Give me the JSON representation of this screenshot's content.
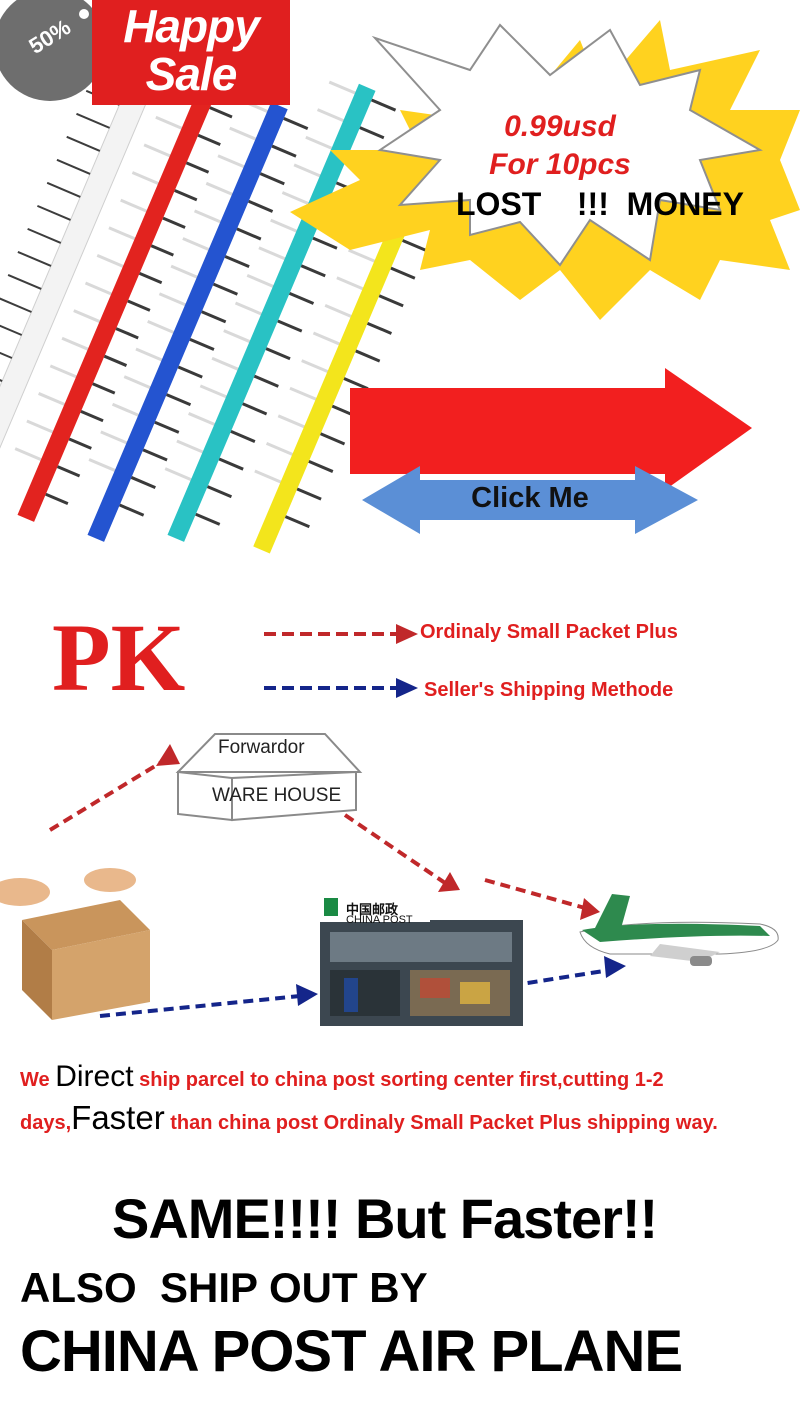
{
  "badge": {
    "text": "50%"
  },
  "sale": {
    "line1": "Happy",
    "line2": "Sale"
  },
  "burst": {
    "line1": "0.99usd",
    "line2": "For 10pcs",
    "line3": "LOST    !!!  MONEY"
  },
  "click_button": {
    "label": "Click Me"
  },
  "comparison": {
    "title": "PK",
    "legend": [
      {
        "label": "Ordinaly Small Packet Plus",
        "color": "#c0282a"
      },
      {
        "label": "Seller's Shipping Methode",
        "color": "#14258a"
      }
    ]
  },
  "warehouse": {
    "line1": "Forwardor",
    "line2": "WARE HOUSE"
  },
  "china_post": {
    "label": "中国邮政",
    "sublabel": "CHINA POST"
  },
  "description": {
    "part1": "We ",
    "big1": "Direct",
    "part2": " ship parcel  to china post sorting center first,cutting 1-2 days,",
    "big2": "Faster",
    "part3": " than china post Ordinaly Small Packet Plus shipping way."
  },
  "headline": {
    "same": "SAME!!!! But Faster!!",
    "also": "ALSO  SHIP OUT BY",
    "china": "CHINA POST AIR PLANE"
  },
  "colors": {
    "red": "#e01f1f",
    "blue": "#14258a",
    "arrow_blue": "#5b8fd6",
    "pin_blue": "#2454d0",
    "pin_cyan": "#29c2c4",
    "pin_yellow": "#f3e51c"
  }
}
